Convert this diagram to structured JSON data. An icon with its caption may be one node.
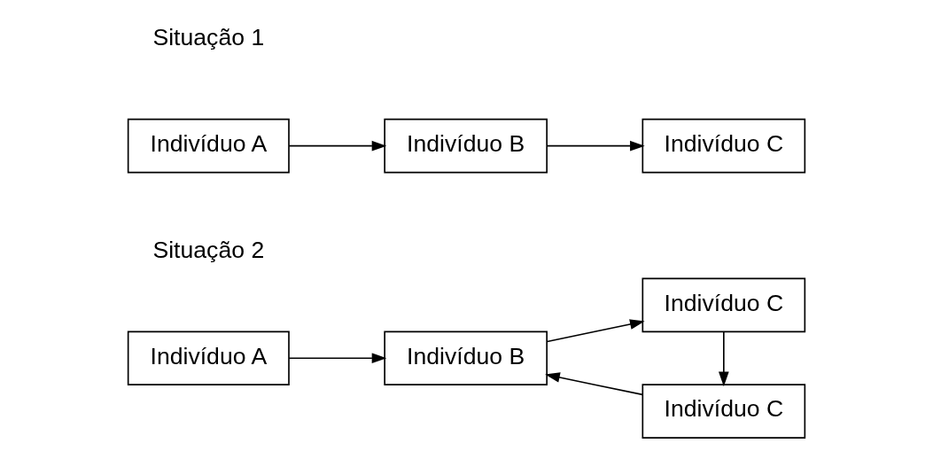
{
  "diagram": {
    "nodes": [
      {
        "text": [
          "Indivíduo A"
        ]
      },
      {
        "text": [
          "Indivíduo B"
        ]
      },
      {
        "text": [
          "Indivíduo C"
        ]
      },
      {
        "text": [
          "Indivíduo A"
        ]
      },
      {
        "text": [
          "Indivíduo B"
        ]
      },
      {
        "text": [
          "Indivíduo C"
        ]
      },
      {
        "text": [
          "Indivíduo C"
        ]
      }
    ],
    "edges": [
      {
        "from": 0,
        "to": 1,
        "arrow": "to"
      },
      {
        "from": 1,
        "to": 2,
        "arrow": "to"
      },
      {
        "from": 3,
        "to": 4,
        "arrow": "to"
      },
      {
        "from": 4,
        "to": 5,
        "arrow": "to"
      },
      {
        "from": 5,
        "to": 6,
        "arrow": "to"
      },
      {
        "from": 6,
        "to": 4,
        "arrow": "to"
      }
    ],
    "labels": [
      "Situação 1",
      "Situação 2"
    ]
  }
}
